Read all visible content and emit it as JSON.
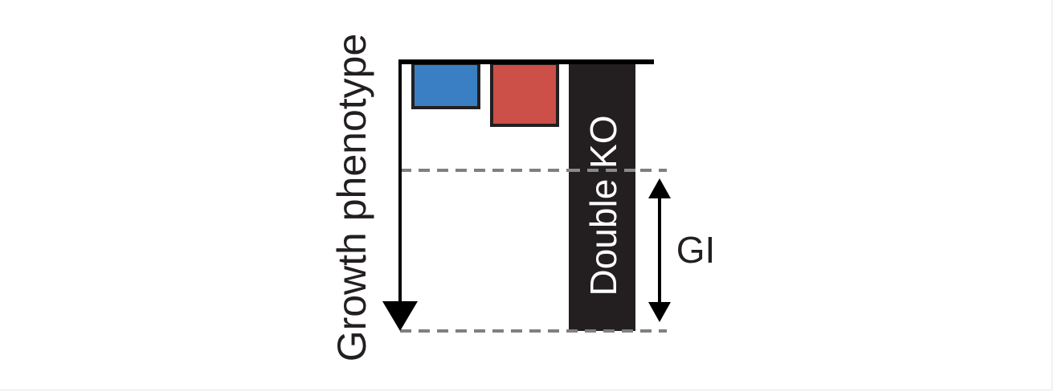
{
  "diagram": {
    "y_axis_label": "Growth phenotype",
    "double_ko_label": "Double KO",
    "gi_label": "GI",
    "colors": {
      "single_ko_a": "#3a7fc4",
      "single_ko_b": "#cc4f48",
      "double_ko": "#231f20",
      "axis": "#000000",
      "dashed": "#808080"
    }
  }
}
